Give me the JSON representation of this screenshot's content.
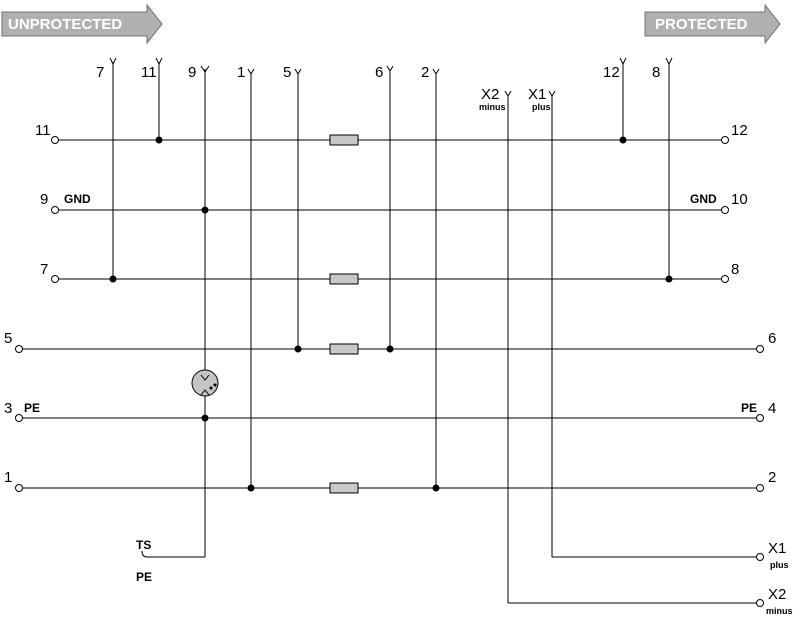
{
  "banners": {
    "left": "UNPROTECTED",
    "right": "PROTECTED"
  },
  "top_labels": {
    "t7": "7",
    "t11": "11",
    "t9": "9",
    "t1": "1",
    "t5": "5",
    "t6": "6",
    "t2": "2",
    "tx2": "X2",
    "tx2sub": "minus",
    "tx1": "X1",
    "tx1sub": "plus",
    "t12": "12",
    "t8": "8"
  },
  "left_labels": {
    "l11": "11",
    "l9": "9",
    "l9tag": "GND",
    "l7": "7",
    "l5": "5",
    "l3": "3",
    "l3tag": "PE",
    "l1": "1"
  },
  "right_labels": {
    "r12": "12",
    "r10": "10",
    "r10tag": "GND",
    "r8": "8",
    "r6": "6",
    "r4": "4",
    "r4tag": "PE",
    "r2": "2",
    "rx1": "X1",
    "rx1sub": "plus",
    "rx2": "X2",
    "rx2sub": "minus"
  },
  "ts": {
    "label": "TS",
    "sub": "PE"
  }
}
